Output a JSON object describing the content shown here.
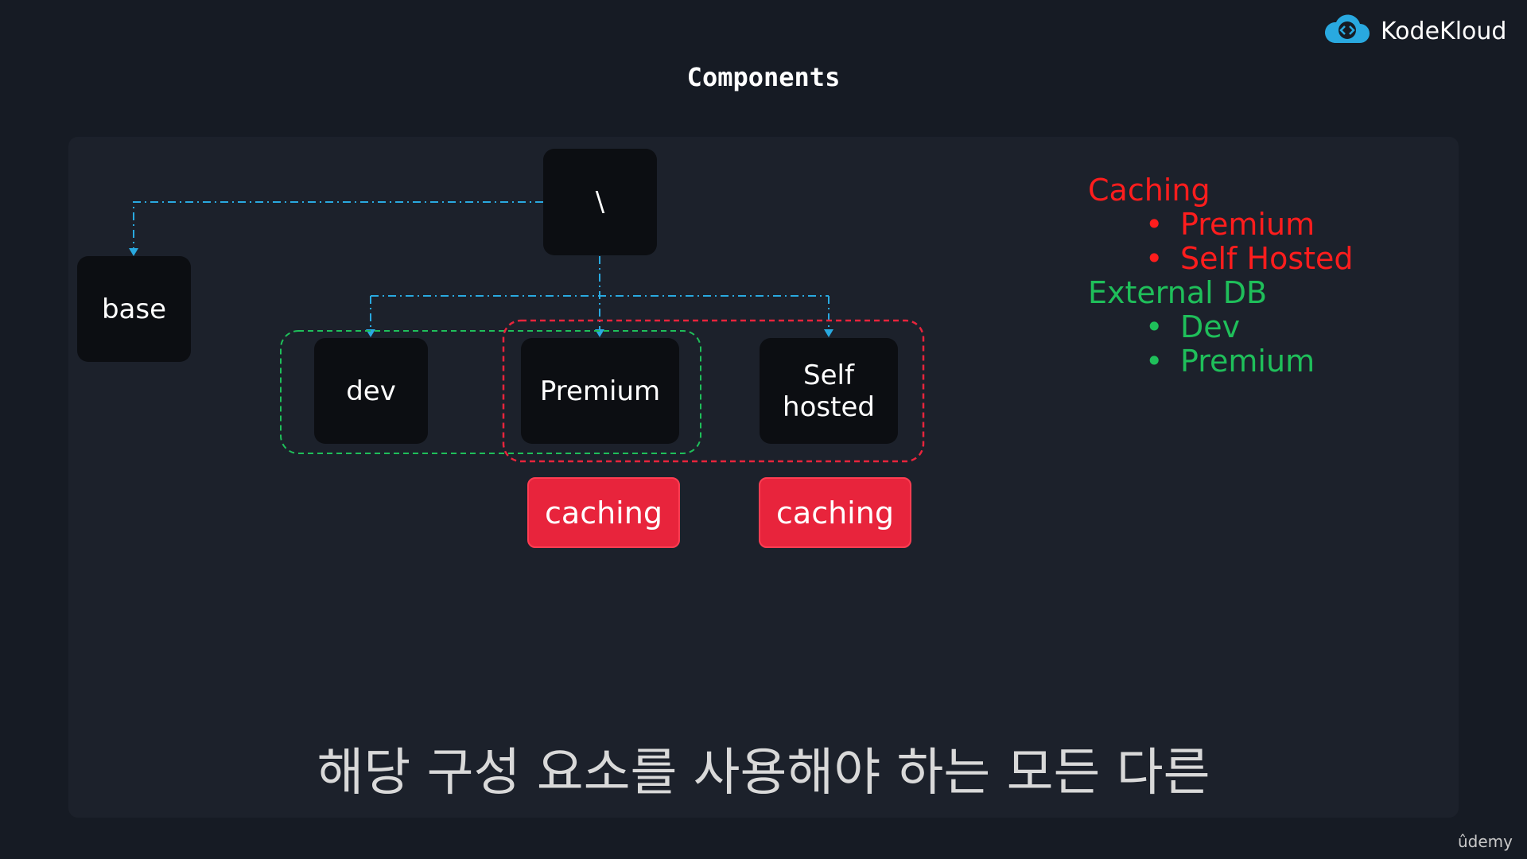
{
  "header": {
    "title": "Components",
    "brand": "KodeKloud",
    "brand_icon": "cloud-code-icon"
  },
  "diagram": {
    "root": "\\",
    "nodes": {
      "base": "base",
      "dev": "dev",
      "premium": "Premium",
      "self_hosted_line1": "Self",
      "self_hosted_line2": "hosted"
    },
    "tags": {
      "premium_tag": "caching",
      "self_hosted_tag": "caching"
    },
    "colors": {
      "arrow": "#29a9e0",
      "green_group": "#1fbf5a",
      "red_group": "#e8243c"
    }
  },
  "legend": {
    "caching": {
      "heading": "Caching",
      "items": [
        "Premium",
        "Self Hosted"
      ],
      "color": "#ff1d1d"
    },
    "external_db": {
      "heading": "External DB",
      "items": [
        "Dev",
        "Premium"
      ],
      "color": "#1fbf5a"
    },
    "bullet": "•"
  },
  "subtitle": "해당 구성 요소를 사용해야 하는 모든 다른",
  "watermark": "ûdemy"
}
